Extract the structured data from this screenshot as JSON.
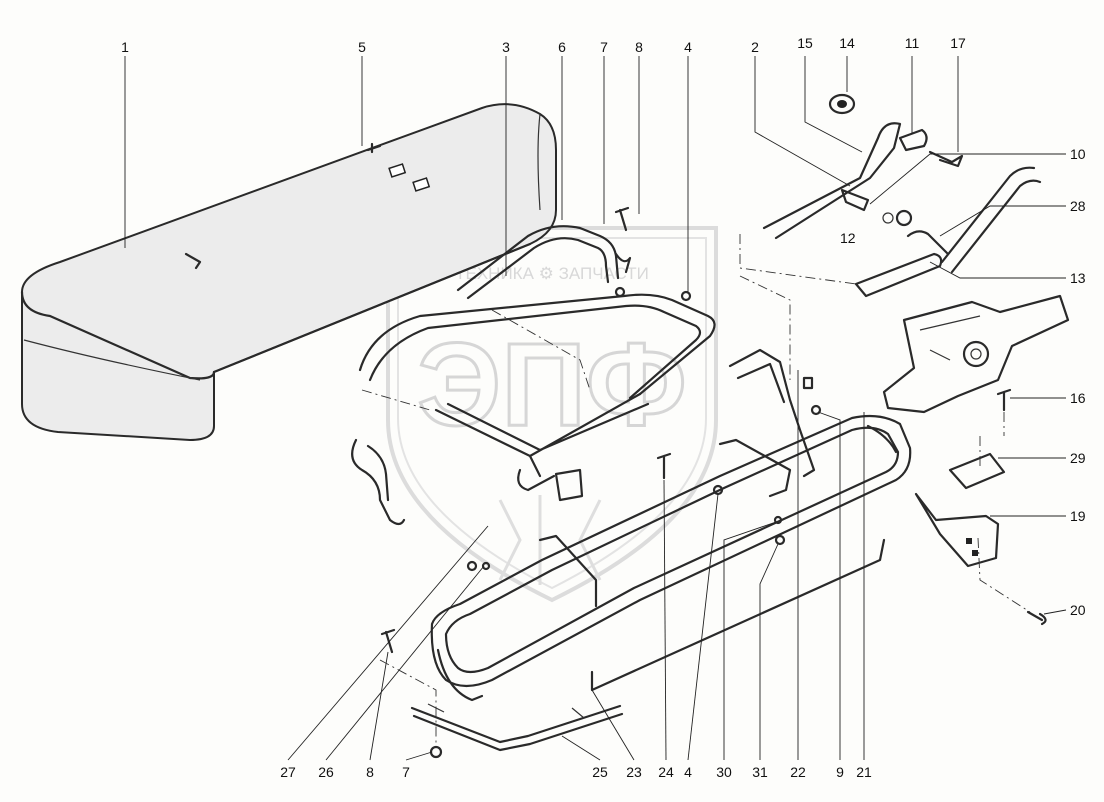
{
  "watermark": {
    "top_text": "ТЕХНИКА ⚙ ЗАПЧАСТИ",
    "logo_letters": "ЭПФ"
  },
  "callouts": {
    "top": [
      "1",
      "5",
      "3",
      "6",
      "7",
      "8",
      "4",
      "2",
      "15",
      "14",
      "11",
      "17"
    ],
    "right": [
      "10",
      "28",
      "12",
      "13",
      "16",
      "29",
      "19",
      "20"
    ],
    "bottom": [
      "27",
      "26",
      "8",
      "7",
      "25",
      "23",
      "24",
      "4",
      "30",
      "31",
      "22",
      "9",
      "21"
    ]
  },
  "colors": {
    "ink": "#2a2a2a",
    "watermark": "#d6d6d6",
    "paper": "#fdfdfb"
  }
}
